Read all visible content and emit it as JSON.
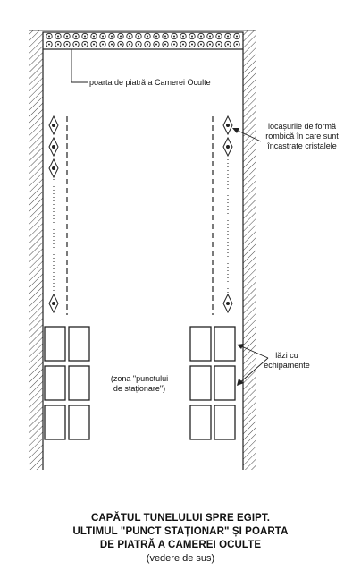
{
  "labels": {
    "gate": "poarta de piatră a Camerei Oculte",
    "niches_line1": "locașurile de formă",
    "niches_line2": "rombică în care sunt",
    "niches_line3": "încastrate cristalele",
    "crates_line1": "lăzi cu",
    "crates_line2": "echipamente",
    "zone_line1": "(zona \"punctului",
    "zone_line2": "de staționare\")"
  },
  "caption": {
    "line1": "CAPĂTUL TUNELULUI SPRE EGIPT.",
    "line2": "ULTIMUL \"PUNCT STAȚIONAR\" ȘI POARTA",
    "line3": "DE PIATRĂ A CAMEREI OCULTE",
    "line4": "(vedere de sus)"
  }
}
